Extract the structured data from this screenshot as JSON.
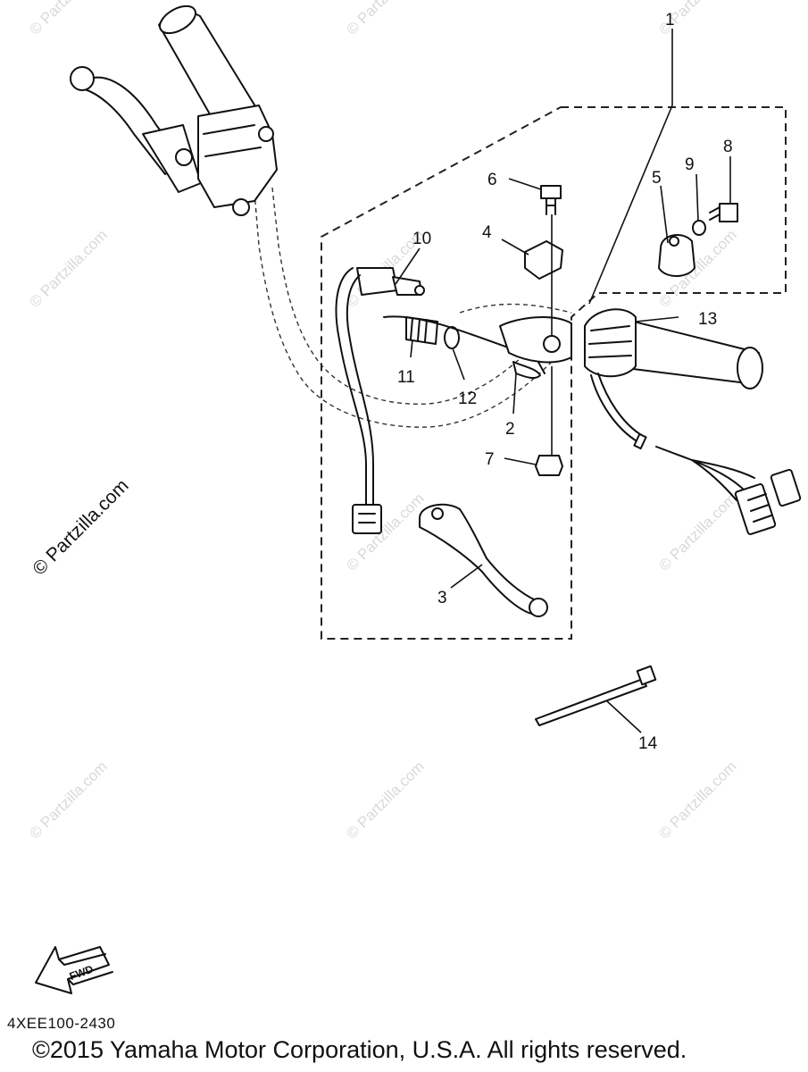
{
  "callouts": {
    "c1": "1",
    "c2": "2",
    "c3": "3",
    "c4": "4",
    "c5": "5",
    "c6": "6",
    "c7": "7",
    "c8": "8",
    "c9": "9",
    "c10": "10",
    "c11": "11",
    "c12": "12",
    "c13": "13",
    "c14": "14"
  },
  "watermark": {
    "text": "© Partzilla.com"
  },
  "fwd_label": "FWD",
  "diagram_code": "4XEE100-2430",
  "copyright": "©2015 Yamaha Motor Corporation, U.S.A. All rights reserved."
}
